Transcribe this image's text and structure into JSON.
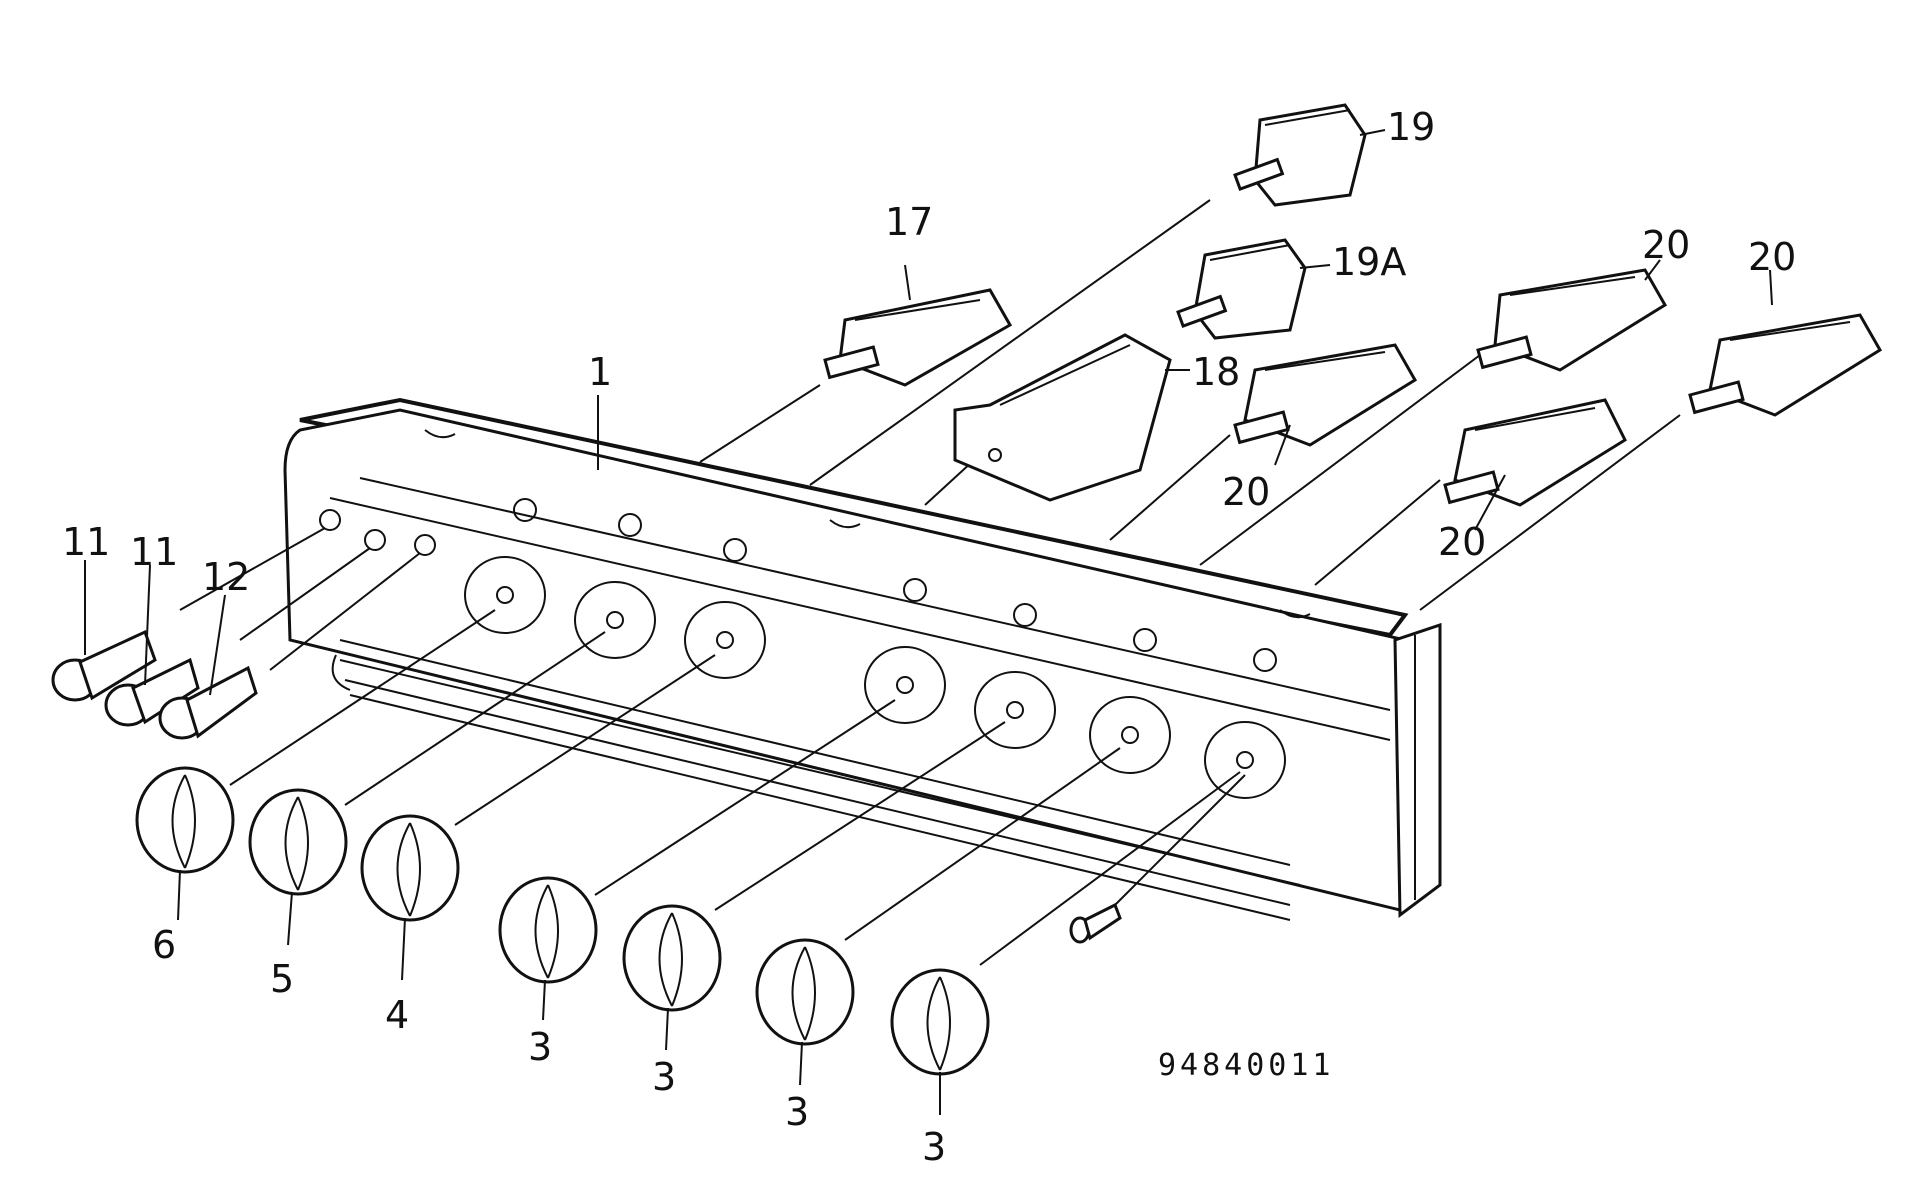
{
  "diagram": {
    "labels": {
      "panel": "1",
      "knob_6": "6",
      "knob_5": "5",
      "knob_4": "4",
      "knob_3a": "3",
      "knob_3b": "3",
      "knob_3c": "3",
      "knob_3d": "3",
      "lamp_11a": "11",
      "lamp_11b": "11",
      "lamp_12": "12",
      "switch_17": "17",
      "switch_18": "18",
      "toggle_19": "19",
      "toggle_19a": "19A",
      "switch_20a": "20",
      "switch_20b": "20",
      "switch_20c": "20",
      "switch_20d": "20"
    },
    "drawing_number": "94840011"
  }
}
